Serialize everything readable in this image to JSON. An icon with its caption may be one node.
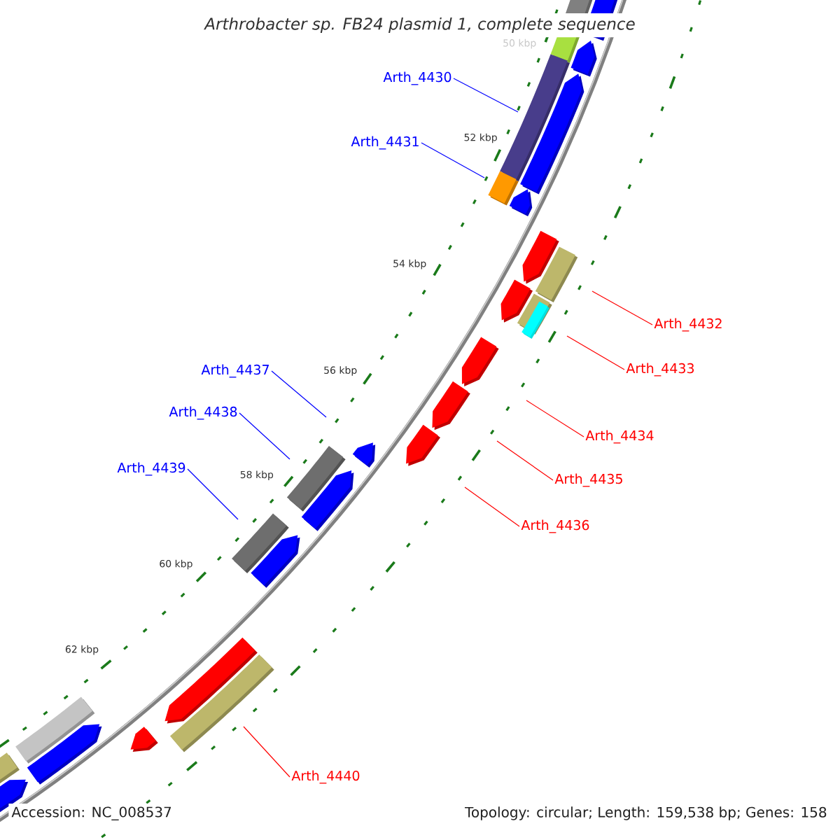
{
  "diagram": {
    "title": "Arthrobacter sp. FB24 plasmid 1, complete sequence",
    "nodes": [
      {
        "text": [
          "Arth_4430"
        ]
      },
      {
        "text": [
          "Arth_4431"
        ]
      },
      {
        "text": [
          "Arth_4432"
        ]
      },
      {
        "text": [
          "Arth_4433"
        ]
      },
      {
        "text": [
          "Arth_4437"
        ]
      },
      {
        "text": [
          "Arth_4438"
        ]
      },
      {
        "text": [
          "Arth_4434"
        ]
      },
      {
        "text": [
          "Arth_4439"
        ]
      },
      {
        "text": [
          "Arth_4435"
        ]
      },
      {
        "text": [
          "Arth_4436"
        ]
      },
      {
        "text": [
          "Arth_4440"
        ]
      }
    ],
    "edges": [
      {
        "from": 0,
        "to": null,
        "arrow": "none",
        "color": "#0000ff"
      },
      {
        "from": 1,
        "to": null,
        "arrow": "none",
        "color": "#0000ff"
      },
      {
        "from": 2,
        "to": null,
        "arrow": "none"
      },
      {
        "from": 3,
        "to": null,
        "arrow": "none"
      },
      {
        "from": 4,
        "to": null,
        "arrow": "none",
        "color": "#0000ff"
      },
      {
        "from": 5,
        "to": null,
        "arrow": "none",
        "color": "#0000ff"
      },
      {
        "from": 6,
        "to": null,
        "arrow": "none"
      },
      {
        "from": 7,
        "to": null,
        "arrow": "none",
        "color": "#0000ff"
      },
      {
        "from": 8,
        "to": null,
        "arrow": "none"
      },
      {
        "from": 9,
        "to": null,
        "arrow": "none"
      },
      {
        "from": 10,
        "to": null,
        "arrow": "none"
      }
    ],
    "labels": [
      "50 kbp",
      "52 kbp",
      "54 kbp",
      "56 kbp",
      "58 kbp",
      "60 kbp",
      "62 kbp",
      "Accession: NC_008537",
      "Topology: circular; Length: 159,538 bp; Genes: 158"
    ]
  }
}
